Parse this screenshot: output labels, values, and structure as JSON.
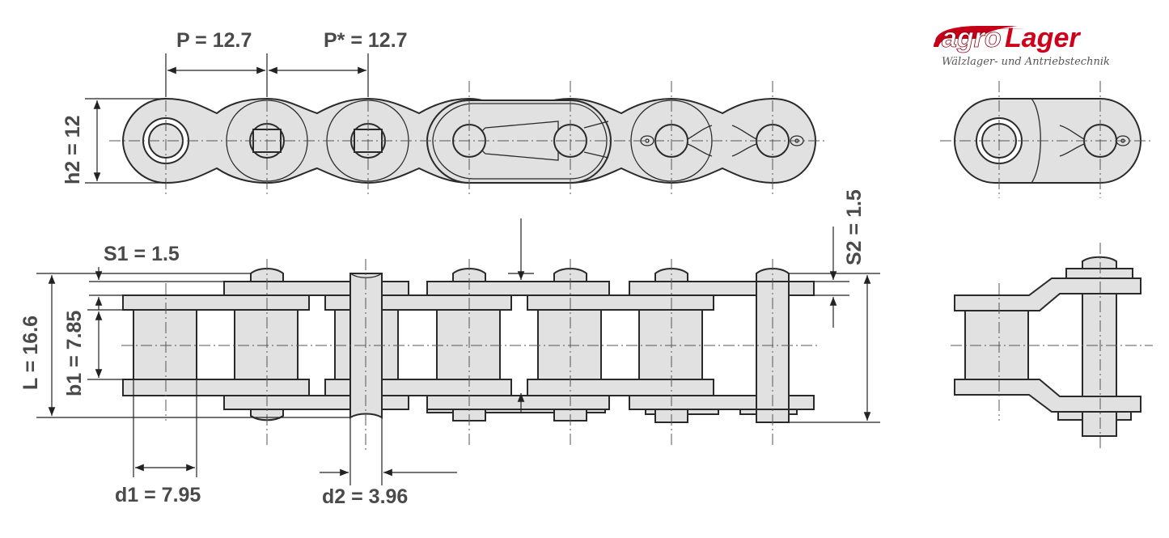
{
  "logo": {
    "brand_part1": "agro",
    "brand_part2": "Lager",
    "tagline": "Wälzlager- und Antriebstechnik",
    "colors": {
      "agro": "#ffffff",
      "lager": "#d0001b",
      "swoosh": "#c40018"
    }
  },
  "dimensions": {
    "pitch": "P = 12.7",
    "pitch_star": "P* = 12.7",
    "plate_height": "h2 = 12",
    "s1": "S1 = 1.5",
    "s2": "S2 = 1.5",
    "overall_width": "L = 16.6",
    "inner_width": "b1 = 7.85",
    "roller_diameter": "d1 = 7.95",
    "pin_diameter": "d2 = 3.96"
  }
}
